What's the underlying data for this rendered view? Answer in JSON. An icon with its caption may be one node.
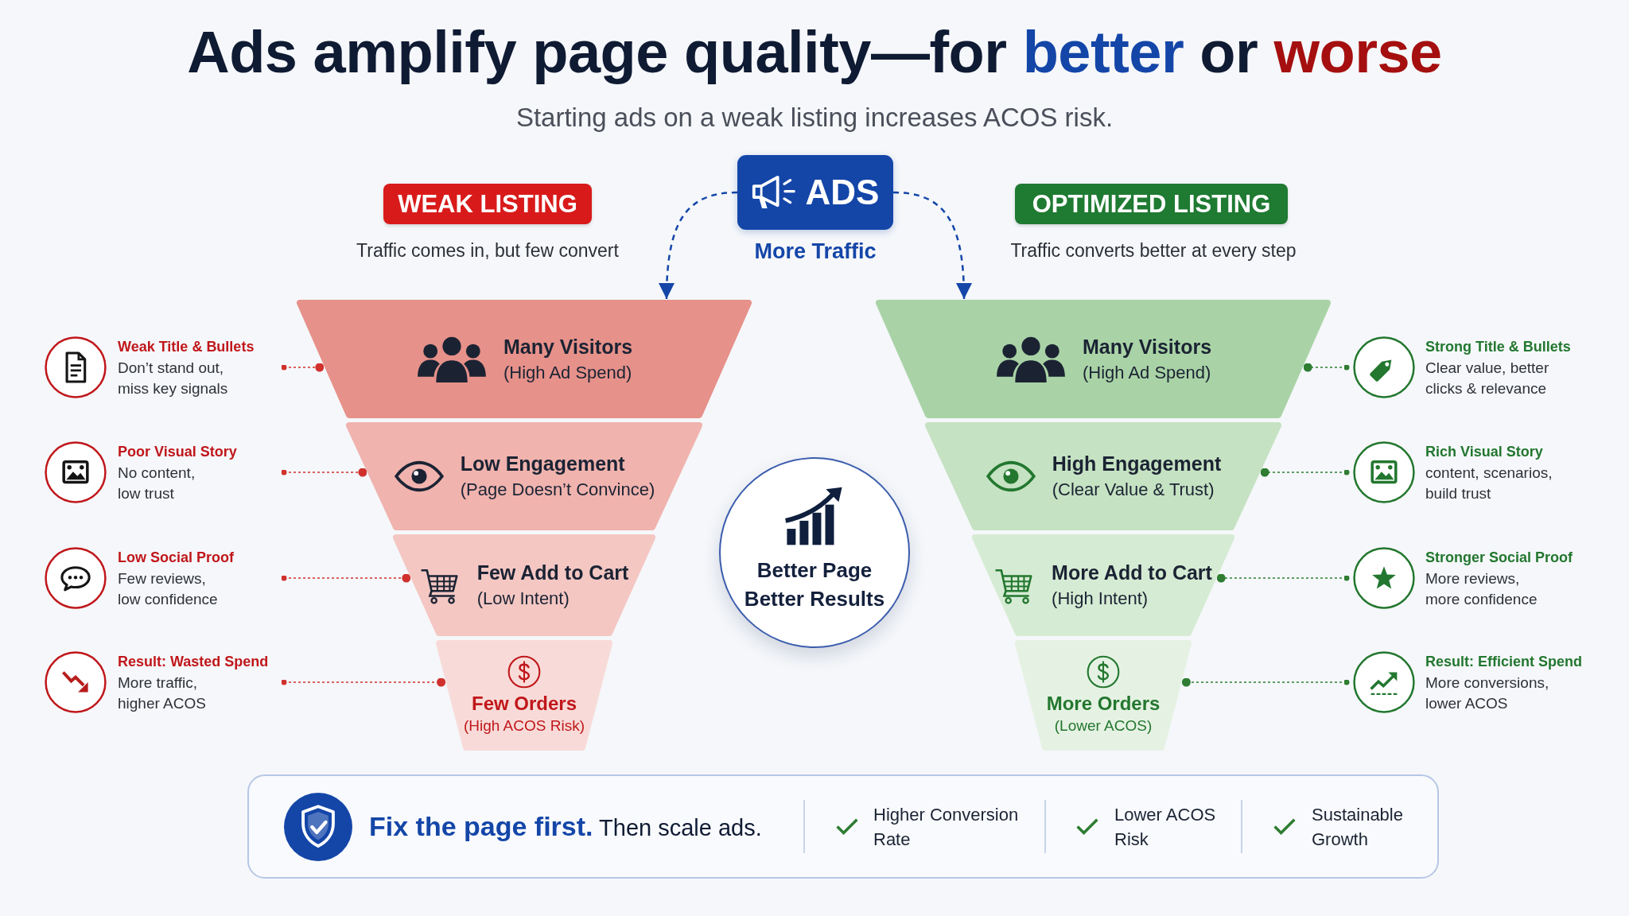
{
  "diagram": {
    "title": "Ads amplify page quality—for **better** or **worse**",
    "nodes": [
      {
        "text": [
          "WEAK LISTING"
        ],
        "beside": [
          "Traffic comes in, but few convert"
        ]
      },
      {
        "text": [
          "ADS"
        ],
        "beside": [
          "More Traffic"
        ]
      },
      {
        "text": [
          "OPTIMIZED LISTING"
        ],
        "beside": [
          "Traffic converts better at every step"
        ]
      },
      {
        "text": [
          "Weak Title & Bullets",
          "Don’t stand out, miss key signals"
        ]
      },
      {
        "text": [
          "Poor Visual Story",
          "No content, low trust"
        ]
      },
      {
        "text": [
          "Low Social Proof",
          "Few reviews, low confidence"
        ]
      },
      {
        "text": [
          "Result: Wasted Spend",
          "More traffic, higher ACOS"
        ]
      },
      {
        "text": [
          "Many Visitors",
          "(High Ad Spend)"
        ]
      },
      {
        "text": [
          "Low Engagement",
          "(Page Doesn’t Convince)"
        ]
      },
      {
        "text": [
          "Few Add to Cart",
          "(Low Intent)"
        ]
      },
      {
        "text": [
          "Few Orders",
          "(High ACOS Risk)"
        ]
      },
      {
        "text": [
          "Better Page Better Results"
        ]
      },
      {
        "text": [
          "Many Visitors",
          "(High Ad Spend)"
        ]
      },
      {
        "text": [
          "High Engagement",
          "(Clear Value & Trust)"
        ]
      },
      {
        "text": [
          "More Add to Cart",
          "(High Intent)"
        ]
      },
      {
        "text": [
          "More Orders",
          "(Lower ACOS)"
        ]
      },
      {
        "text": [
          "Strong Title & Bullets",
          "Clear value, better clicks & relevance"
        ]
      },
      {
        "text": [
          "Rich Visual Story",
          "content, scenarios, build trust"
        ]
      },
      {
        "text": [
          "Stronger Social Proof",
          "More reviews, more confidence"
        ]
      },
      {
        "text": [
          "Result: Efficient Spend",
          "More conversions, lower ACOS"
        ]
      },
      {
        "text": [
          "**Fix the page first.** Then scale ads.",
          "Higher Conversion Rate",
          "Lower ACOS Risk",
          "Sustainable Growth"
        ]
      }
    ],
    "edges": [
      {
        "from": 1,
        "to": 7,
        "arrow": "to",
        "style": "dashed",
        "color": "#1446a8"
      },
      {
        "from": 1,
        "to": 12,
        "arrow": "to",
        "style": "dashed",
        "color": "#1446a8"
      },
      {
        "from": 3,
        "to": 7,
        "arrow": "other",
        "style": "dashed",
        "color": "#d0312d"
      },
      {
        "from": 4,
        "to": 8,
        "arrow": "other",
        "style": "dashed",
        "color": "#d0312d"
      },
      {
        "from": 5,
        "to": 9,
        "arrow": "other",
        "style": "dashed",
        "color": "#d0312d"
      },
      {
        "from": 6,
        "to": 10,
        "arrow": "other",
        "style": "dashed",
        "color": "#d0312d"
      },
      {
        "from": 16,
        "to": 12,
        "arrow": "other",
        "style": "dashed",
        "color": "#2e7d32"
      },
      {
        "from": 17,
        "to": 13,
        "arrow": "other",
        "style": "dashed",
        "color": "#2e7d32"
      },
      {
        "from": 18,
        "to": 14,
        "arrow": "other",
        "style": "dashed",
        "color": "#2e7d32"
      },
      {
        "from": 19,
        "to": 15,
        "arrow": "other",
        "style": "dashed",
        "color": "#2e7d32"
      }
    ],
    "labels": [
      "Starting ads on a weak listing increases ACOS risk."
    ]
  }
}
